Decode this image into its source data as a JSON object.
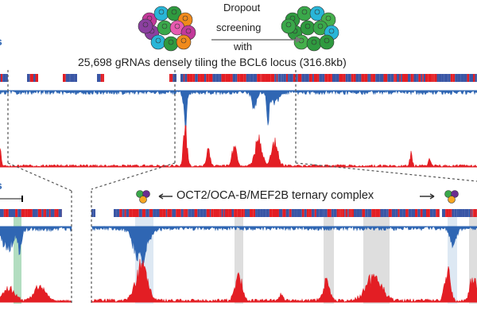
{
  "header": {
    "arrow_label_lines": [
      "Dropout",
      "screening",
      "with"
    ],
    "library_caption": "25,698 gRNAs densely tiling the BCL6 locus (316.8kb)",
    "cropped_left_label_top": "s",
    "cropped_left_label_bottom": "s"
  },
  "zoom_panel": {
    "complex_label": "OCT2/OCA-B/MEF2B ternary complex"
  },
  "colors": {
    "depletion_blue": "#2f66b3",
    "enrichment_red": "#e31e24",
    "grna_blue": "#3a56a5",
    "highlight_blue": "#d5e2f0",
    "highlight_grey": "#d6d6d6",
    "highlight_green": "#9fd4b0",
    "cell_green": "#3aa84a"
  }
}
